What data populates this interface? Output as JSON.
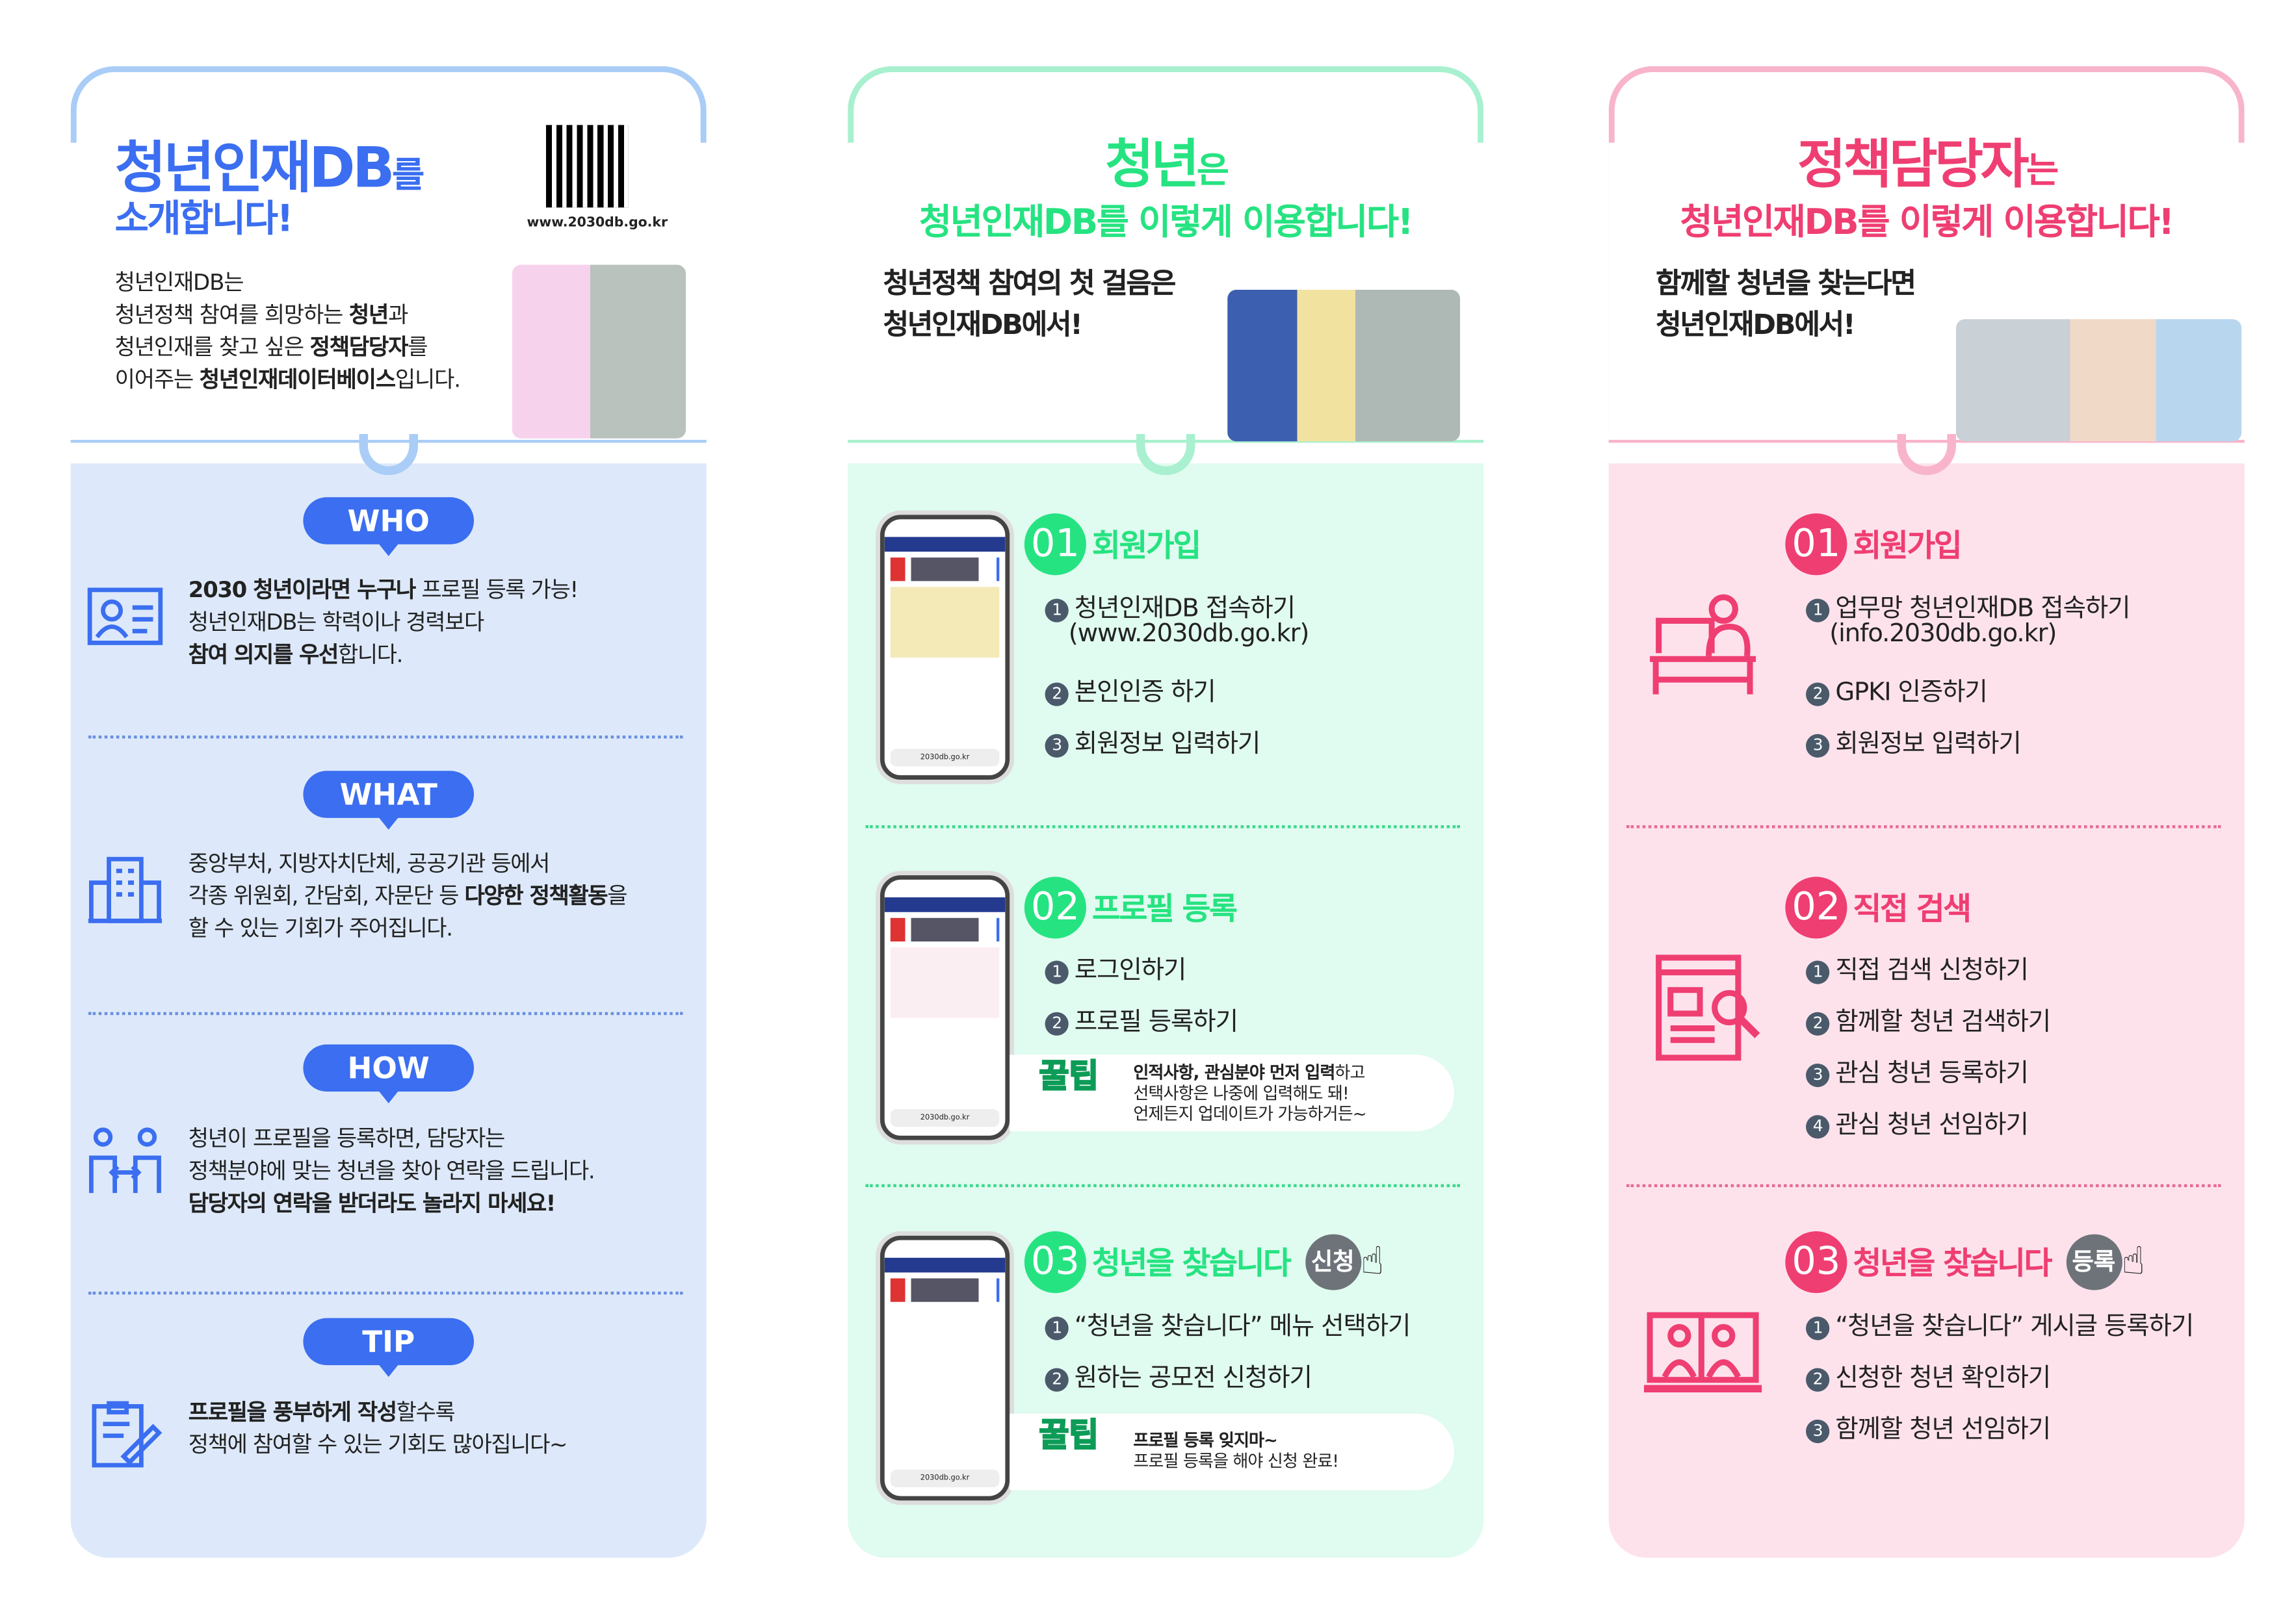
{
  "colors": {
    "blue": "#3b6ef0",
    "green": "#26e381",
    "pink": "#ef3e72"
  },
  "intro": {
    "title_main": "청년인재DB",
    "title_suffix": "를",
    "title_line2": "소개합니다!",
    "qr_url": "www.2030db.go.kr",
    "desc": [
      {
        "plain": "청년인재DB는"
      },
      {
        "plain": "청년정책 참여를 희망하는 ",
        "bold": "청년",
        "tail": "과"
      },
      {
        "plain": "청년인재를 찾고 싶은 ",
        "bold": "정책담당자",
        "tail": "를"
      },
      {
        "plain": "이어주는 ",
        "bold": "청년인재데이터베이스",
        "tail": "입니다."
      }
    ],
    "sections": [
      {
        "label": "WHO",
        "icon": "id-card-icon",
        "lines": [
          [
            "2030 청년이라면 누구나",
            " 프로필 등록 가능!",
            ""
          ],
          [
            "",
            "청년인재DB는 학력이나 경력보다",
            ""
          ],
          [
            "참여 의지를 우선",
            "합니다.",
            ""
          ]
        ]
      },
      {
        "label": "WHAT",
        "icon": "building-icon",
        "lines": [
          [
            "",
            "중앙부처, 지방자치단체, 공공기관 등에서",
            ""
          ],
          [
            "",
            "각종 위원회, 간담회, 자문단 등 ",
            "다양한 정책활동"
          ],
          [
            "",
            "할 수 있는 기회가 주어집니다.",
            ""
          ]
        ]
      },
      {
        "label": "HOW",
        "icon": "people-connect-icon",
        "lines": [
          [
            "",
            "청년이 프로필을 등록하면, 담당자는",
            ""
          ],
          [
            "",
            "정책분야에 맞는 청년을 찾아 연락을 드립니다.",
            ""
          ],
          [
            "담당자의 연락을 받더라도 놀라지 마세요!",
            "",
            ""
          ]
        ]
      },
      {
        "label": "TIP",
        "icon": "clipboard-pen-icon",
        "lines": [
          [
            "프로필을 풍부하게 작성",
            "할수록",
            ""
          ],
          [
            "",
            "정책에 참여할 수 있는 기회도 많아집니다~",
            ""
          ]
        ]
      }
    ],
    "desc_lastword": "을"
  },
  "youth": {
    "title_main": "청년",
    "title_suffix": "은",
    "subtitle": "청년인재DB를 이렇게 이용합니다!",
    "tagline": [
      "청년정책 참여의 첫 걸음은",
      "청년인재DB에서!"
    ],
    "steps": [
      {
        "num": "01",
        "title": "회원가입",
        "items": [
          "청년인재DB 접속하기",
          "(www.2030db.go.kr)",
          "본인인증 하기",
          "회원정보 입력하기"
        ]
      },
      {
        "num": "02",
        "title": "프로필 등록",
        "items": [
          "로그인하기",
          "프로필 등록하기"
        ],
        "tip": {
          "label": "꿀팁",
          "bold1": "인적사항, 관심분야 먼저 입력",
          "plain1": "하고",
          "line2": "선택사항은 나중에 입력해도 돼!",
          "line3": "언제든지 업데이트가 가능하거든~"
        }
      },
      {
        "num": "03",
        "title": "청년을 찾습니다",
        "badge": "신청",
        "items": [
          "“청년을 찾습니다” 메뉴 선택하기",
          "원하는 공모전 신청하기"
        ],
        "tip": {
          "label": "꿀팁",
          "bold1": "프로필 등록 잊지마~",
          "line2": "프로필 등록을 해야 신청 완료!"
        }
      }
    ],
    "phone_url": "2030db.go.kr"
  },
  "official": {
    "title_main": "정책담당자",
    "title_suffix": "는",
    "subtitle": "청년인재DB를 이렇게 이용합니다!",
    "tagline": [
      "함께할 청년을 찾는다면",
      "청년인재DB에서!"
    ],
    "steps": [
      {
        "num": "01",
        "title": "회원가입",
        "items": [
          "업무망 청년인재DB 접속하기",
          "(info.2030db.go.kr)",
          "GPKI 인증하기",
          "회원정보 입력하기"
        ]
      },
      {
        "num": "02",
        "title": "직접 검색",
        "items": [
          "직접 검색 신청하기",
          "함께할 청년 검색하기",
          "관심 청년 등록하기",
          "관심 청년 선임하기"
        ]
      },
      {
        "num": "03",
        "title": "청년을 찾습니다",
        "badge": "등록",
        "items": [
          "“청년을 찾습니다” 게시글 등록하기",
          "신청한 청년 확인하기",
          "함께할 청년 선임하기"
        ]
      }
    ]
  },
  "bullets": [
    "1",
    "2",
    "3",
    "4"
  ]
}
